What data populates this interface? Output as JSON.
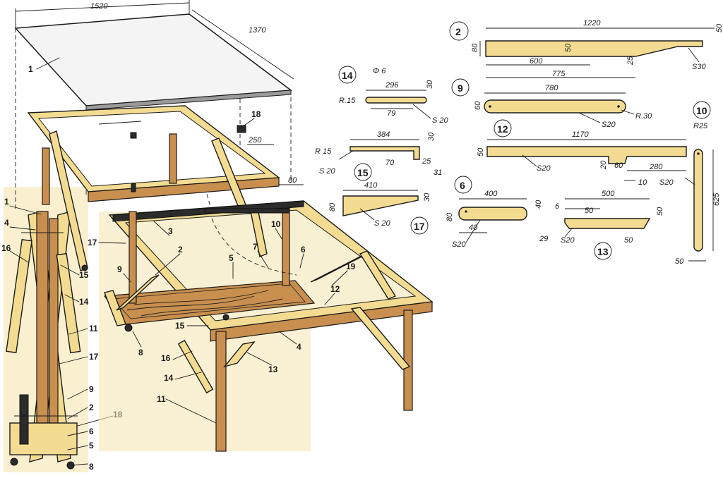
{
  "assembly": {
    "top_width": "1520",
    "top_depth": "1370",
    "dim_250": "250",
    "dim_80": "80",
    "labels": [
      "1",
      "18",
      "17",
      "3",
      "10",
      "7",
      "6",
      "2",
      "5",
      "9",
      "19",
      "12",
      "15",
      "8",
      "4",
      "16",
      "13",
      "14",
      "11"
    ]
  },
  "folded_view": {
    "labels": [
      "1",
      "4",
      "16",
      "15",
      "14",
      "11",
      "17",
      "9",
      "2",
      "18",
      "6",
      "5",
      "8"
    ]
  },
  "parts": {
    "p2": {
      "id": "2",
      "length": "1220",
      "height": "80",
      "end": "50",
      "d1": "600",
      "d2": "775",
      "d3": "50",
      "d4": "25",
      "s": "S30"
    },
    "p14": {
      "id": "14",
      "length": "296",
      "hole": "Φ 6",
      "r": "R.15",
      "h": "30",
      "slot": "79",
      "s": "S 20"
    },
    "p9": {
      "id": "9",
      "length": "780",
      "height": "60",
      "r": "R.30",
      "s": "S20"
    },
    "p12": {
      "id": "12",
      "length": "1170",
      "height": "50",
      "d1": "20",
      "d2": "60",
      "d3": "280",
      "d4": "10",
      "s": "S20"
    },
    "p10": {
      "id": "10",
      "length": "625",
      "width": "50",
      "r": "R25",
      "s": "S20"
    },
    "p15": {
      "id": "15",
      "length": "384",
      "r": "R 15",
      "h": "30",
      "d1": "70",
      "d2": "25",
      "d3": "31",
      "s": "S 20"
    },
    "p17": {
      "id": "17",
      "length": "410",
      "h1": "80",
      "h2": "30",
      "s": "S 20"
    },
    "p6": {
      "id": "6",
      "length": "400",
      "h1": "80",
      "h2": "40",
      "d1": "40",
      "s": "S20"
    },
    "p13": {
      "id": "13",
      "length": "500",
      "d1": "6",
      "d2": "50",
      "d3": "50",
      "d4": "29",
      "d5": "50",
      "s": "S20"
    }
  }
}
